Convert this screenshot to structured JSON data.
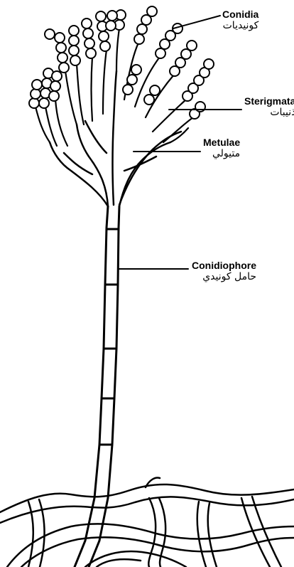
{
  "labels": {
    "conidia": {
      "en": "Conidia",
      "ar": "كونيديات"
    },
    "sterigmata": {
      "en": "Sterigmata",
      "ar": "ذنيبات"
    },
    "metulae": {
      "en": "Metulae",
      "ar": "متيولي"
    },
    "conidiophore": {
      "en": "Conidiophore",
      "ar": "حامل كونيدي"
    }
  },
  "colors": {
    "ink": "#000000",
    "background": "#ffffff"
  }
}
